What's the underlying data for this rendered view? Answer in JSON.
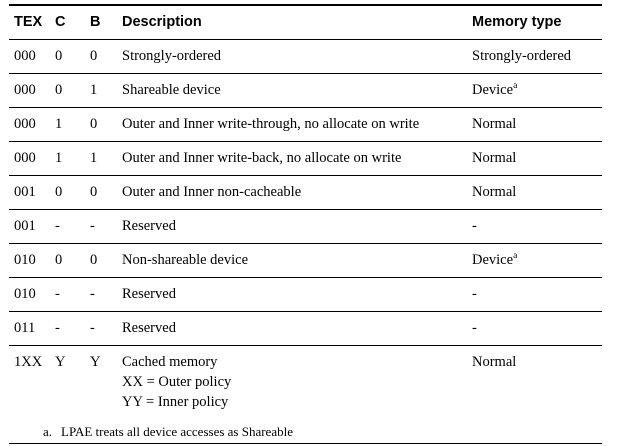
{
  "table": {
    "columns": [
      {
        "key": "tex",
        "label": "TEX"
      },
      {
        "key": "c",
        "label": "C"
      },
      {
        "key": "b",
        "label": "B"
      },
      {
        "key": "desc",
        "label": "Description"
      },
      {
        "key": "mem",
        "label": "Memory type"
      }
    ],
    "rows": [
      {
        "tex": "000",
        "c": "0",
        "b": "0",
        "desc_lines": [
          "Strongly-ordered"
        ],
        "mem": "Strongly-ordered",
        "mem_footnote": ""
      },
      {
        "tex": "000",
        "c": "0",
        "b": "1",
        "desc_lines": [
          "Shareable device"
        ],
        "mem": "Device",
        "mem_footnote": "a"
      },
      {
        "tex": "000",
        "c": "1",
        "b": "0",
        "desc_lines": [
          "Outer and Inner write-through, no allocate on write"
        ],
        "mem": "Normal",
        "mem_footnote": ""
      },
      {
        "tex": "000",
        "c": "1",
        "b": "1",
        "desc_lines": [
          "Outer and Inner write-back, no allocate on write"
        ],
        "mem": "Normal",
        "mem_footnote": ""
      },
      {
        "tex": "001",
        "c": "0",
        "b": "0",
        "desc_lines": [
          "Outer and Inner non-cacheable"
        ],
        "mem": "Normal",
        "mem_footnote": ""
      },
      {
        "tex": "001",
        "c": "-",
        "b": "-",
        "desc_lines": [
          "Reserved"
        ],
        "mem": "-",
        "mem_footnote": ""
      },
      {
        "tex": "010",
        "c": "0",
        "b": "0",
        "desc_lines": [
          "Non-shareable device"
        ],
        "mem": "Device",
        "mem_footnote": "a"
      },
      {
        "tex": "010",
        "c": "-",
        "b": "-",
        "desc_lines": [
          "Reserved"
        ],
        "mem": "-",
        "mem_footnote": ""
      },
      {
        "tex": "011",
        "c": "-",
        "b": "-",
        "desc_lines": [
          "Reserved"
        ],
        "mem": "-",
        "mem_footnote": ""
      },
      {
        "tex": "1XX",
        "c": "Y",
        "b": "Y",
        "desc_lines": [
          "Cached memory",
          "XX = Outer policy",
          "YY = Inner policy"
        ],
        "mem": "Normal",
        "mem_footnote": "",
        "tall": true
      }
    ]
  },
  "footnotes": [
    {
      "label": "a.",
      "text": "LPAE treats all device accesses as Shareable"
    }
  ],
  "colors": {
    "text": "#000000",
    "rule": "#000000",
    "background": "#ffffff"
  }
}
